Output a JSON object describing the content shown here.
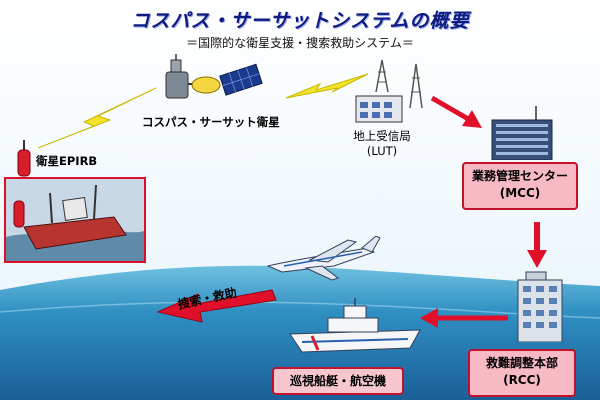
{
  "title": "コスパス・サーサットシステムの概要",
  "subtitle": "＝国際的な衛星支援・捜索救助システム＝",
  "satellite": {
    "label": "コスパス・サーサット衛星"
  },
  "epirb": {
    "label": "衛星EPIRB"
  },
  "lut": {
    "name": "地上受信局",
    "abbr": "(LUT)"
  },
  "mcc": {
    "name": "業務管理センター",
    "abbr": "(MCC)"
  },
  "rcc": {
    "name": "救難調整本部",
    "abbr": "(RCC)"
  },
  "patrol": {
    "label": "巡視船艇・航空機"
  },
  "search_rescue": {
    "label": "捜索・救助"
  },
  "colors": {
    "arrow_red": "#e0102a",
    "signal_yellow": "#f2e42a",
    "sea": "#2f8fc2",
    "box_pink": "#f7b9c3",
    "title_blue": "#0d1a80"
  },
  "icons": [
    "satellite-icon",
    "lightning-bolt-icon",
    "antenna-station-icon",
    "building-icon",
    "ship-icon",
    "aircraft-icon",
    "buoy-icon"
  ]
}
